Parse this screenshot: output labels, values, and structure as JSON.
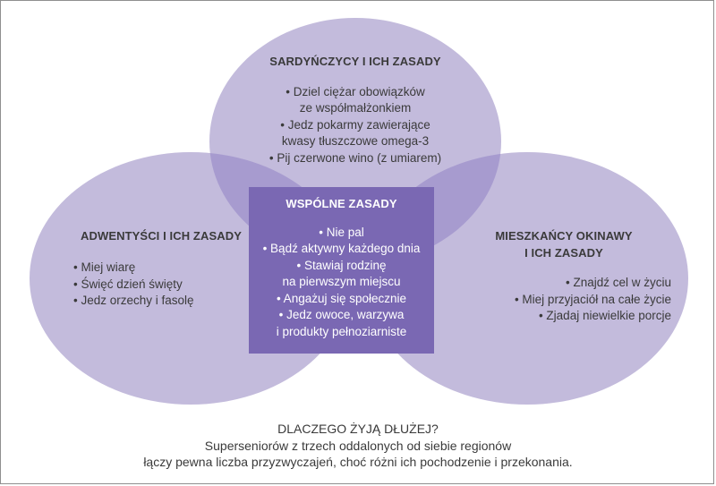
{
  "colors": {
    "circle_fill": "#c3bbdc",
    "overlap_fill": "#a79bcf",
    "center_box": "#7a68b3",
    "text": "#3a3a3a"
  },
  "sardinians": {
    "title": "SARDYŃCZYCY I ICH ZASADY",
    "items": [
      "• Dziel ciężar obowiązków",
      "ze współmałżonkiem",
      "• Jedz pokarmy zawierające",
      "kwasy tłuszczowe omega-3",
      "• Pij czerwone wino (z umiarem)"
    ]
  },
  "adventists": {
    "title": "ADWENTYŚCI I ICH ZASADY",
    "items": [
      "• Miej wiarę",
      "• Święć dzień święty",
      "• Jedz orzechy i fasolę"
    ]
  },
  "okinawa": {
    "title_line1": "MIESZKAŃCY OKINAWY",
    "title_line2": "I ICH ZASADY",
    "items": [
      "• Znajdź cel w życiu",
      "• Miej przyjaciół na całe życie",
      "• Zjadaj niewielkie porcje"
    ]
  },
  "common": {
    "title": "WSPÓLNE ZASADY",
    "items": [
      "• Nie pal",
      "• Bądź aktywny każdego dnia",
      "• Stawiaj rodzinę",
      "na pierwszym miejscu",
      "• Angażuj się społecznie",
      "• Jedz owoce, warzywa",
      "i produkty pełnoziarniste"
    ]
  },
  "footer": {
    "line1": "DLACZEGO ŻYJĄ DŁUŻEJ?",
    "line2": "Superseniorów z trzech oddalonych od siebie regionów",
    "line3": "łączy pewna liczba przyzwyczajeń, choć różni ich pochodzenie i przekonania."
  }
}
